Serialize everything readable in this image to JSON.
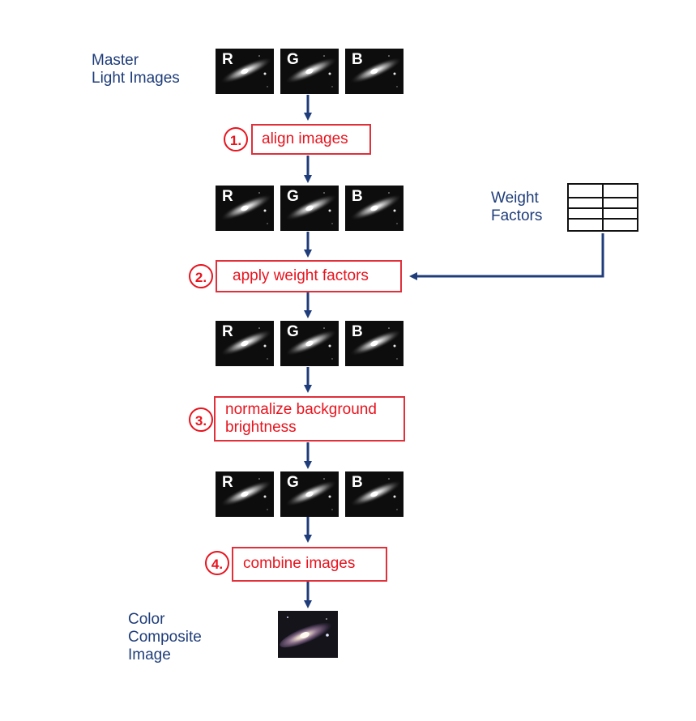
{
  "master_label": "Master\nLight Images",
  "weight_label": "Weight\nFactors",
  "composite_label": "Color\nComposite\nImage",
  "channels": [
    "R",
    "G",
    "B"
  ],
  "steps": [
    {
      "num": "1.",
      "label": "align images"
    },
    {
      "num": "2.",
      "label": "apply weight factors"
    },
    {
      "num": "3.",
      "label": "normalize background\nbrightness"
    },
    {
      "num": "4.",
      "label": "combine images"
    }
  ],
  "colors": {
    "arrow": "#1f3d7a",
    "step": "#e8141e",
    "label": "#1f3d7a"
  }
}
